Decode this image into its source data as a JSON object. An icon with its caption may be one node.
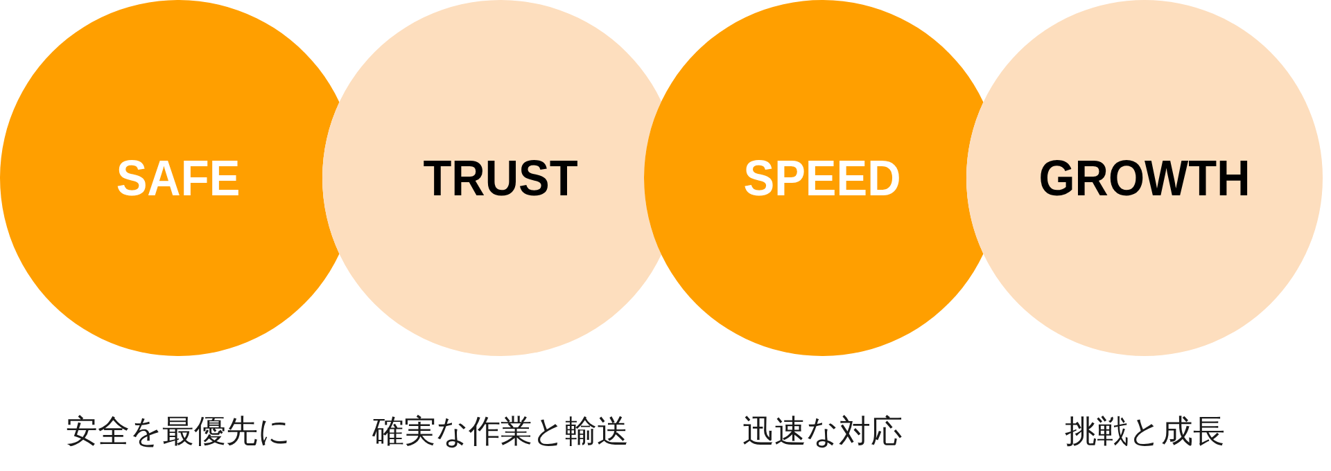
{
  "diagram": {
    "nodes": [
      {
        "text": [
          "SAFE"
        ],
        "beside": [
          "安全を最優先に"
        ]
      },
      {
        "text": [
          "TRUST"
        ],
        "beside": [
          "確実な作業と輸送"
        ]
      },
      {
        "text": [
          "SPEED"
        ],
        "beside": [
          "迅速な対応"
        ]
      },
      {
        "text": [
          "GROWTH"
        ],
        "beside": [
          "挑戦と成長"
        ]
      }
    ]
  }
}
